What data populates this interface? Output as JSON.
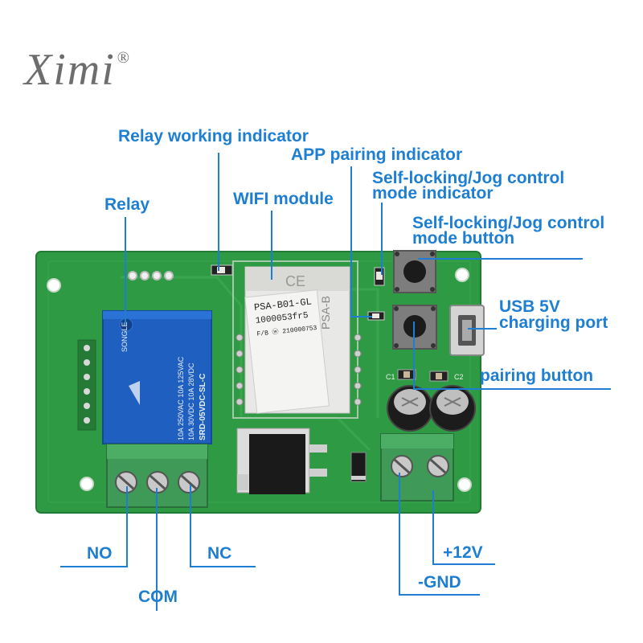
{
  "logo": {
    "text": "Ximi",
    "mark": "®"
  },
  "labels": {
    "relay_working_indicator": "Relay working indicator",
    "app_pairing_indicator": "APP pairing indicator",
    "self_locking_indicator_1": "Self-locking/Jog control",
    "self_locking_indicator_2": "mode indicator",
    "wifi_module": "WIFI module",
    "relay": "Relay",
    "self_locking_button_1": "Self-locking/Jog control",
    "self_locking_button_2": "mode button",
    "usb_1": "USB 5V",
    "usb_2": "charging port",
    "pairing_button": "pairing button",
    "no": "NO",
    "nc": "NC",
    "com": "COM",
    "plus12v": "+12V",
    "gnd": "-GND"
  },
  "board_text": {
    "relay_brand": "SONGLE",
    "relay_spec_1": "10A 250VAC  10A 125VAC",
    "relay_spec_2": "10A 30VDC  10A 28VDC",
    "relay_model": "SRD-05VDC-SL-C",
    "module_1": "PSA-B01-GL",
    "module_2": "1000053fr5",
    "module_3": "F/B ⓦ 210000753",
    "module_edge": "PSA-B",
    "module_ce": "CE",
    "cap_c1": "C1",
    "cap_c2": "C2"
  },
  "colors": {
    "pcb": "#2f9a44",
    "pcb_dark": "#1f7a33",
    "callout": "#1e7fd2",
    "relay_blue": "#1f5fbf",
    "terminal_green": "#3e9a56"
  }
}
